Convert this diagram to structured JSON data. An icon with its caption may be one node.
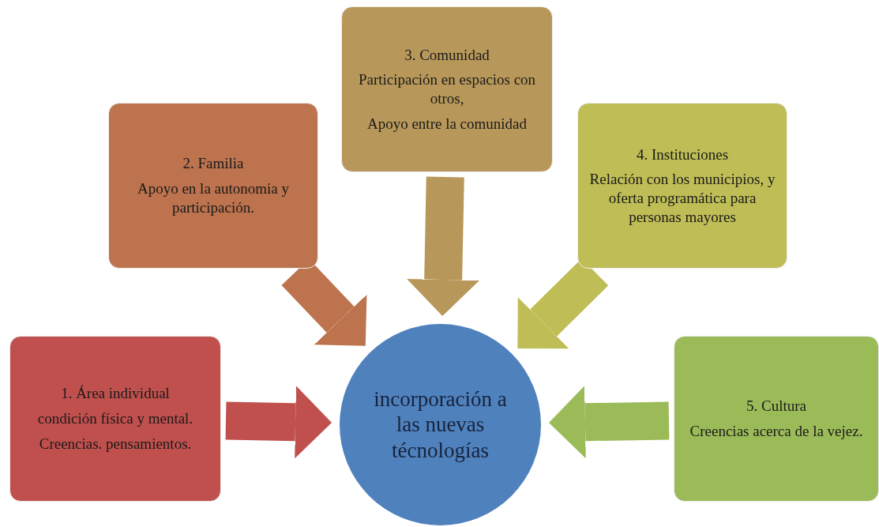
{
  "diagram": {
    "nodes": [
      {
        "text": [
          "1. Área individual",
          "condición física y mental.",
          "Creencias. pensamientos."
        ]
      },
      {
        "text": [
          "2. Familia",
          "Apoyo en la autonomia y participación."
        ]
      },
      {
        "text": [
          "3. Comunidad",
          "Participación en espacios con otros,",
          "Apoyo entre la comunidad"
        ]
      },
      {
        "text": [
          "4. Instituciones",
          "Relación con los municipios, y oferta programática para personas mayores"
        ]
      },
      {
        "text": [
          "5. Cultura",
          "Creencias acerca de la vejez."
        ]
      },
      {
        "text": [
          "incorporación a las nuevas técnologías"
        ]
      }
    ],
    "edges": [
      {
        "from": 0,
        "to": 5,
        "arrow": "to",
        "color": "#c0504d"
      },
      {
        "from": 1,
        "to": 5,
        "arrow": "to",
        "color": "#bd734d"
      },
      {
        "from": 2,
        "to": 5,
        "arrow": "to",
        "color": "#b8985a"
      },
      {
        "from": 3,
        "to": 5,
        "arrow": "to",
        "color": "#bfbd55"
      },
      {
        "from": 4,
        "to": 5,
        "arrow": "to",
        "color": "#9bbb59"
      }
    ]
  }
}
